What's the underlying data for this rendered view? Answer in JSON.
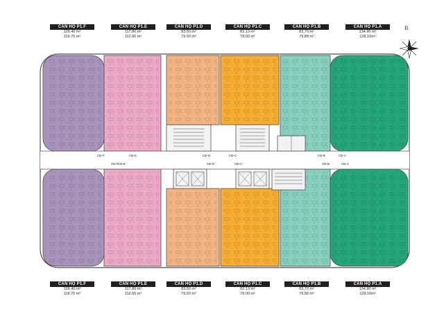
{
  "compass": {
    "letter": "B"
  },
  "units": [
    {
      "code": "CĂN HỘ P1.F",
      "area_1": "126.40 m²",
      "area_2": "119.70 m²",
      "color": "#a993bd"
    },
    {
      "code": "CĂN HỘ P1.E",
      "area_1": "117.80 m²",
      "area_2": "112.60 m²",
      "color": "#eba9c6"
    },
    {
      "code": "CĂN HỘ P1.D",
      "area_1": "83.50 m²",
      "area_2": "79.50 m²",
      "color": "#f4b482"
    },
    {
      "code": "CĂN HỘ P1.C",
      "area_1": "82.13 m²",
      "area_2": "78.00 m²",
      "color": "#f6ad32"
    },
    {
      "code": "CĂN HỘ P1.B",
      "area_1": "83.70 m²",
      "area_2": "79.88 m²",
      "color": "#86d0bd"
    },
    {
      "code": "CĂN HỘ P1.A",
      "area_1": "134.90 m²",
      "area_2": "128.10m²",
      "color": "#25a57b"
    }
  ],
  "section_marks": [
    "CĐ-F",
    "CĐ-E",
    "CĐ-D",
    "CĐ-C",
    "CĐ-B",
    "CĐ-A"
  ],
  "colors": {
    "corridor": "#ffffff",
    "core": "#f2f2f2",
    "wall": "#4d4d4d",
    "label_bg": "#231f20"
  }
}
